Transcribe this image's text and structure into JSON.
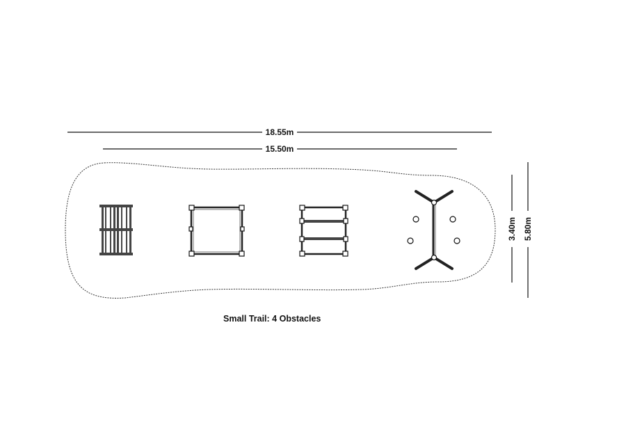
{
  "dimensions": {
    "overall_length": "18.55m",
    "inner_length": "15.50m",
    "inner_width": "3.40m",
    "overall_width": "5.80m"
  },
  "caption": "Small Trail: 4 Obstacles"
}
